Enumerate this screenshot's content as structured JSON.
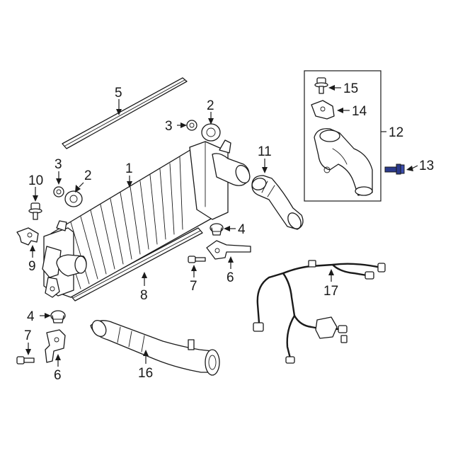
{
  "callouts": {
    "c1": "1",
    "c2a": "2",
    "c2b": "2",
    "c3a": "3",
    "c3b": "3",
    "c4a": "4",
    "c4b": "4",
    "c5": "5",
    "c6a": "6",
    "c6b": "6",
    "c7a": "7",
    "c7b": "7",
    "c8": "8",
    "c9": "9",
    "c10": "10",
    "c11": "11",
    "c12": "12",
    "c13": "13",
    "c14": "14",
    "c15": "15",
    "c16": "16",
    "c17": "17"
  },
  "colors": {
    "line": "#1a1a1a",
    "background": "#ffffff",
    "highlight_part": "#2b3a8c"
  },
  "highlighted_part": "13"
}
